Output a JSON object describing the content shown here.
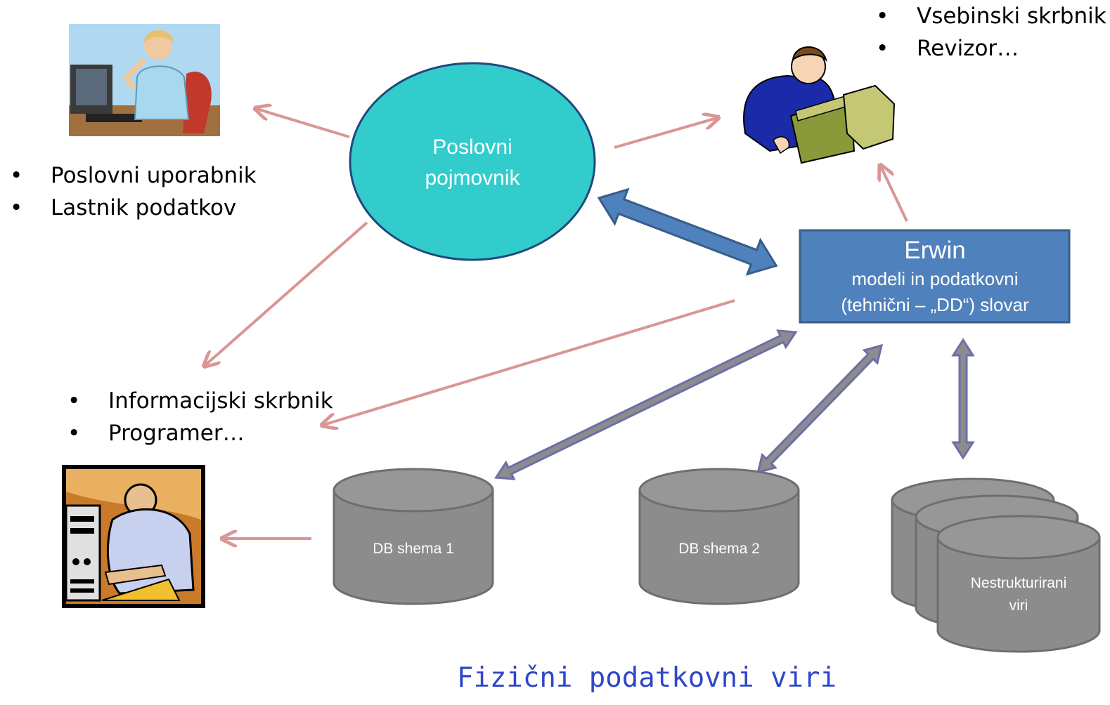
{
  "glossary": {
    "line1": "Poslovni",
    "line2": "pojmovnik"
  },
  "erwin": {
    "title": "Erwin",
    "line1": "modeli in podatkovni",
    "line2": "(tehnični – „DD“) slovar"
  },
  "business_roles": [
    "Poslovni uporabnik",
    "Lastnik podatkov"
  ],
  "content_roles": [
    "Vsebinski skrbnik",
    "Revizor…"
  ],
  "it_roles": [
    "Informacijski skrbnik",
    "Programer…"
  ],
  "databases": {
    "db1": "DB shema 1",
    "db2": "DB shema 2",
    "unstructured_line1": "Nestrukturirani",
    "unstructured_line2": "viri"
  },
  "footer": "Fizični podatkovni viri",
  "colors": {
    "ellipse_fill": "#33cccc",
    "erwin_fill": "#4f81bd",
    "link_arrow": "#d99694",
    "sync_arrow": "#7f7fbf",
    "cylinder": "#8c8c8c"
  }
}
